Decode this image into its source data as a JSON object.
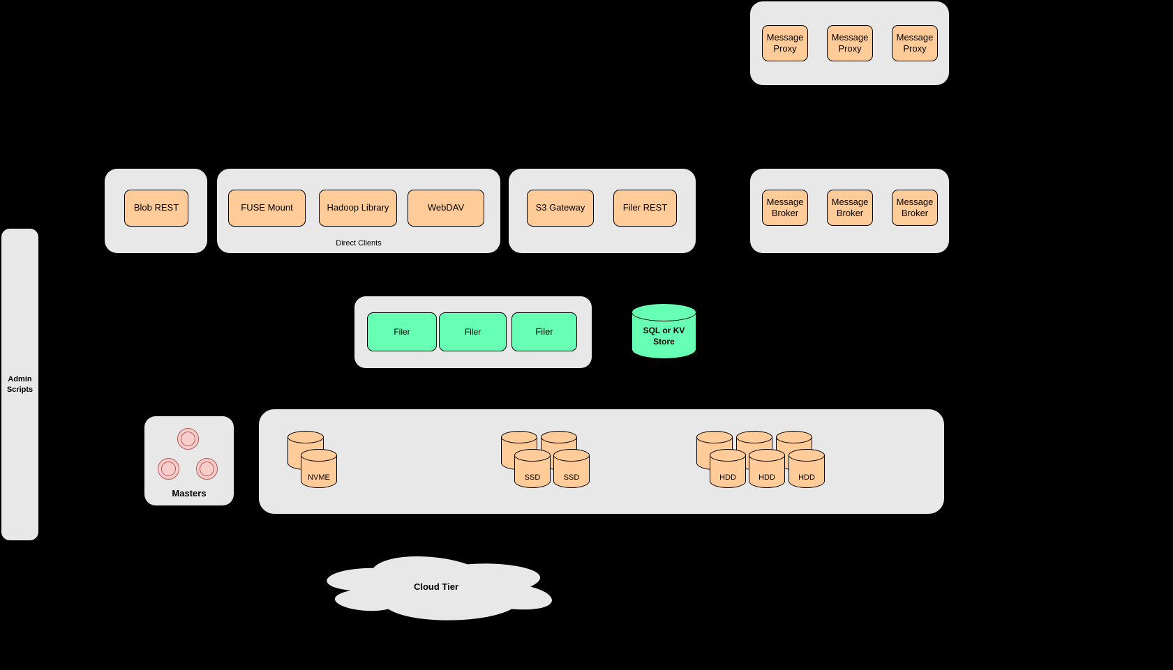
{
  "diagram": {
    "proxy_group": {
      "items": [
        "Message Proxy",
        "Message Proxy",
        "Message Proxy"
      ]
    },
    "blob_group": {
      "label": "Blob REST"
    },
    "direct_clients": {
      "caption": "Direct Clients",
      "items": [
        "FUSE Mount",
        "Hadoop Library",
        "WebDAV"
      ]
    },
    "gateway_group": {
      "items": [
        "S3 Gateway",
        "Filer REST"
      ]
    },
    "broker_group": {
      "items": [
        "Message Broker",
        "Message Broker",
        "Message Broker"
      ]
    },
    "admin_panel": {
      "label": "Admin\nScripts"
    },
    "filer_group": {
      "items": [
        "Filer",
        "Filer",
        "Filer"
      ]
    },
    "sql_store": {
      "label": "SQL or KV Store"
    },
    "masters": {
      "caption": "Masters"
    },
    "volume_group": {
      "nvme_label": "NVME",
      "ssd_labels": [
        "SSD",
        "SSD"
      ],
      "hdd_labels": [
        "HDD",
        "HDD",
        "HDD"
      ]
    },
    "cloud": {
      "label": "Cloud Tier"
    }
  },
  "colors": {
    "background": "#000000",
    "container_fill": "#e8e8e8",
    "node_fill": "#ffcc99",
    "green_fill": "#66ffb3",
    "pink_fill": "#f8cecc",
    "pink_stroke": "#b85450"
  }
}
